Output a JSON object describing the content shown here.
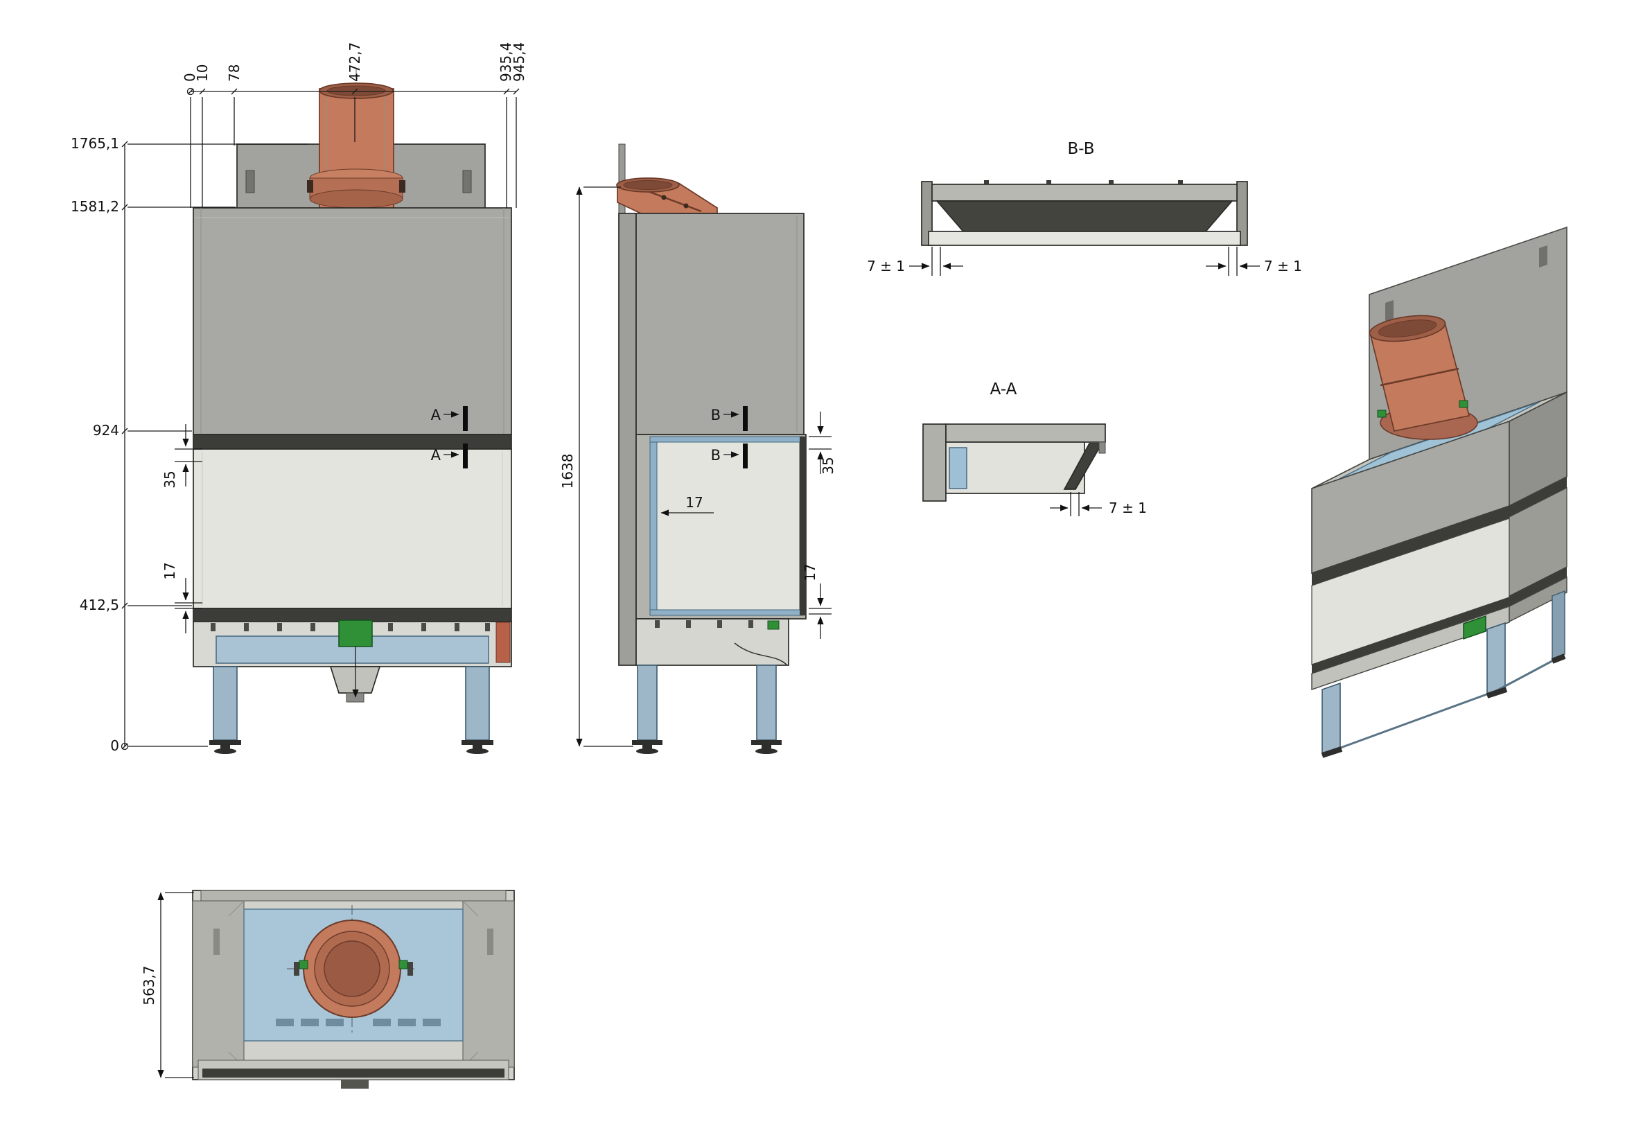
{
  "drawing": {
    "subject": "fireplace-insert-dimensional-drawing"
  },
  "colors": {
    "body_gray": "#a8a8a4",
    "back_panel_gray": "#a2a29e",
    "rim_gray": "#c6c6c0",
    "glass_light": "#e4e4de",
    "dark_band": "#3c3c38",
    "frame_blue": "#9fc2d6",
    "leg_blue": "#9db7c9",
    "flue_orange": "#c47a5d",
    "flue_dark": "#9e5f48",
    "accent_green": "#2f9038",
    "line": "#1a1a1a"
  },
  "views": {
    "front": {
      "top_dims": [
        "0",
        "10",
        "78",
        "472,7",
        "935,4",
        "945,4"
      ],
      "left_dims": [
        "1765,1",
        "1581,2",
        "924",
        "412,5",
        "0"
      ],
      "offset_35": "35",
      "offset_17": "17",
      "section_marker": "A"
    },
    "side": {
      "height": "1638",
      "section_marker": "B",
      "glass_depth": "17",
      "offset_35": "35",
      "offset_17": "17"
    },
    "section_bb": {
      "title": "B-B",
      "tolerance_left": "7 ± 1",
      "tolerance_right": "7 ± 1"
    },
    "section_aa": {
      "title": "A-A",
      "tolerance": "7 ± 1"
    },
    "top_view": {
      "depth": "563,7"
    }
  }
}
